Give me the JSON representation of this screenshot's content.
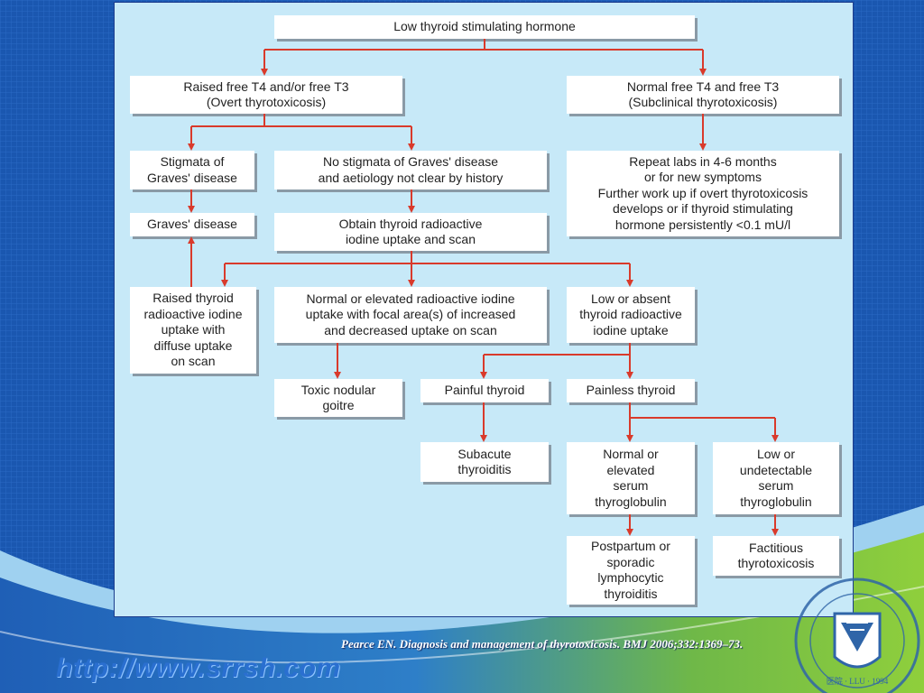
{
  "slide": {
    "citation": "Pearce EN. Diagnosis and management of thyrotoxicosis. BMJ 2006;332:1369–73.",
    "url": "http://www.srrsh.com",
    "colors": {
      "arrow": "#d93a2b",
      "panel": "#c7e9f8",
      "background": "#1550a8",
      "accent_green": "#6fbf3a"
    },
    "logo_icon": "hospital-seal-icon",
    "logo_text": "医院 · LLU · 1994"
  },
  "flowchart": {
    "nodes": {
      "low_tsh": "Low thyroid stimulating hormone",
      "raised_t4": "Raised free T4 and/or free T3\n(Overt thyrotoxicosis)",
      "normal_t4": "Normal free T4 and free T3\n(Subclinical thyrotoxicosis)",
      "stigmata": "Stigmata of\nGraves' disease",
      "no_stigmata": "No stigmata of Graves' disease\nand aetiology not clear by history",
      "repeat_labs": "Repeat labs in 4-6 months\nor for new symptoms\nFurther work up if overt thyrotoxicosis\ndevelops or if thyroid stimulating\nhormone persistently <0.1 mU/l",
      "graves": "Graves' disease",
      "obtain_uptake": "Obtain thyroid radioactive\niodine uptake and scan",
      "raised_uptake": "Raised thyroid\nradioactive iodine\nuptake with\ndiffuse uptake\non scan",
      "focal_uptake": "Normal or elevated radioactive iodine\nuptake with focal area(s) of increased\nand decreased uptake on scan",
      "low_uptake": "Low or absent\nthyroid radioactive\niodine uptake",
      "toxic_nodular": "Toxic nodular\ngoitre",
      "painful": "Painful thyroid",
      "painless": "Painless thyroid",
      "subacute": "Subacute\nthyroiditis",
      "normal_tg": "Normal or\nelevated\nserum\nthyroglobulin",
      "low_tg": "Low or\nundetectable\nserum\nthyroglobulin",
      "postpartum": "Postpartum or\nsporadic\nlymphocytic\nthyroiditis",
      "factitious": "Factitious\nthyrotoxicosis"
    }
  }
}
